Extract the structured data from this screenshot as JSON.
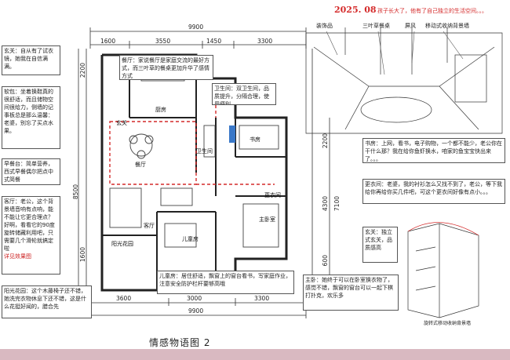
{
  "header": {
    "date": "2025. 08",
    "slogan": "孩子长大了，他有了自己独立的生活空间。。。"
  },
  "dimensions": {
    "top_total": "9900",
    "top_segments": [
      "1600",
      "3550",
      "1450",
      "3300"
    ],
    "bottom_total": "9900",
    "bottom_segments": [
      "3600",
      "3000",
      "3300"
    ],
    "left_vertical": [
      "2200",
      "8500",
      "1600"
    ],
    "right_vertical": [
      "2200",
      "4300",
      "7100",
      "600"
    ]
  },
  "notes": {
    "xuanguan": "玄关：自从有了试衣镜，她我在自信满满。",
    "ruanbao": "软包：坐着换鞋真的很舒适，而且储物空间很给力，侧墙的记事板总是那么温馨：老婆，别忘了买点水果。",
    "zaochan": "早餐台：简单营养，西式早餐偶尔把点中式简餐",
    "keting": "客厅：老公，这个背景墙音响有点响，能不能让它更合理点？好啊，看看它的90度旋转储藏利用吧，只需要几个滑轮就搞定啦",
    "keting_link": "详见效果图",
    "yangguang": "阳光花园：这个木藤椅子还不错，她洗完衣物休息下还不错，这是什么花挺好闻的，腊合先",
    "canting": "餐厅：家说餐厅是家庭交流的最好方式，而三叶草的餐桌更加升华了感情方式",
    "weishengjian": "卫生间：双卫生间，品质提升，分隔合理，使用便利",
    "ertongfang": "儿童房：居住舒适，飘窗上的窗台看书，写家庭作业，注意安全防护栏杆要够高哦",
    "shufang": "书房：上网，看书，电子购物，一个都不能少，老公你在干什么那？我在给你鱼虾换水，咱家的鱼宝宝快出来了。。。",
    "gengyishi": "更衣间：老婆，我的衬衫怎么又找不到了，老公，等下我给你再给你买几件吧，可这个更衣间好像有点小。。。",
    "xuanguan2": "玄关：独立式玄关，品质感高",
    "zhuwo": "主卧：她终于可以在卧室换衣物了，感觉不错，飘窗的窗台可以一起下棋打扑克，欢乐多"
  },
  "callouts": {
    "zhuangshipin": "装饰品",
    "sanyecao": "三叶草餐桌",
    "pingfeng": "屏风",
    "yidongshi": "移动式收纳背景墙",
    "xuanzhuan": "旋转式移动收纳背景墙"
  },
  "rooms": {
    "chufang": "厨房",
    "xuanguan": "玄关",
    "canting": "餐厅",
    "weishengjian": "卫生间",
    "shufang": "书房",
    "gengyishi": "更衣间",
    "keting": "客厅",
    "ertongfang": "儿童房",
    "zhuwoshi": "主卧室",
    "yangguanghuayuan": "阳光花园"
  },
  "footer": {
    "title": "情感物语图 2"
  }
}
